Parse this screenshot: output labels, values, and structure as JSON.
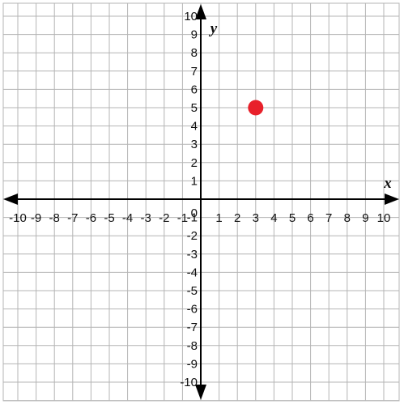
{
  "chart_data": {
    "type": "scatter",
    "title": "",
    "xlabel": "x",
    "ylabel": "y",
    "xlim": [
      -10,
      10
    ],
    "ylim": [
      -10,
      10
    ],
    "grid": true,
    "x_ticks": [
      "-10",
      "-9",
      "-8",
      "-7",
      "-6",
      "-5",
      "-4",
      "-3",
      "-2",
      "-1",
      "1",
      "2",
      "3",
      "4",
      "5",
      "6",
      "7",
      "8",
      "9",
      "10"
    ],
    "y_ticks": [
      "10",
      "9",
      "8",
      "7",
      "6",
      "5",
      "4",
      "3",
      "2",
      "1",
      "-1",
      "-2",
      "-3",
      "-4",
      "-5",
      "-6",
      "-7",
      "-8",
      "-9",
      "-10"
    ],
    "origin_label": "0",
    "points": [
      {
        "x": 3,
        "y": 5
      }
    ],
    "colors": {
      "point": "#e8202a",
      "axis": "#000000",
      "grid": "#b4b4b4"
    }
  }
}
